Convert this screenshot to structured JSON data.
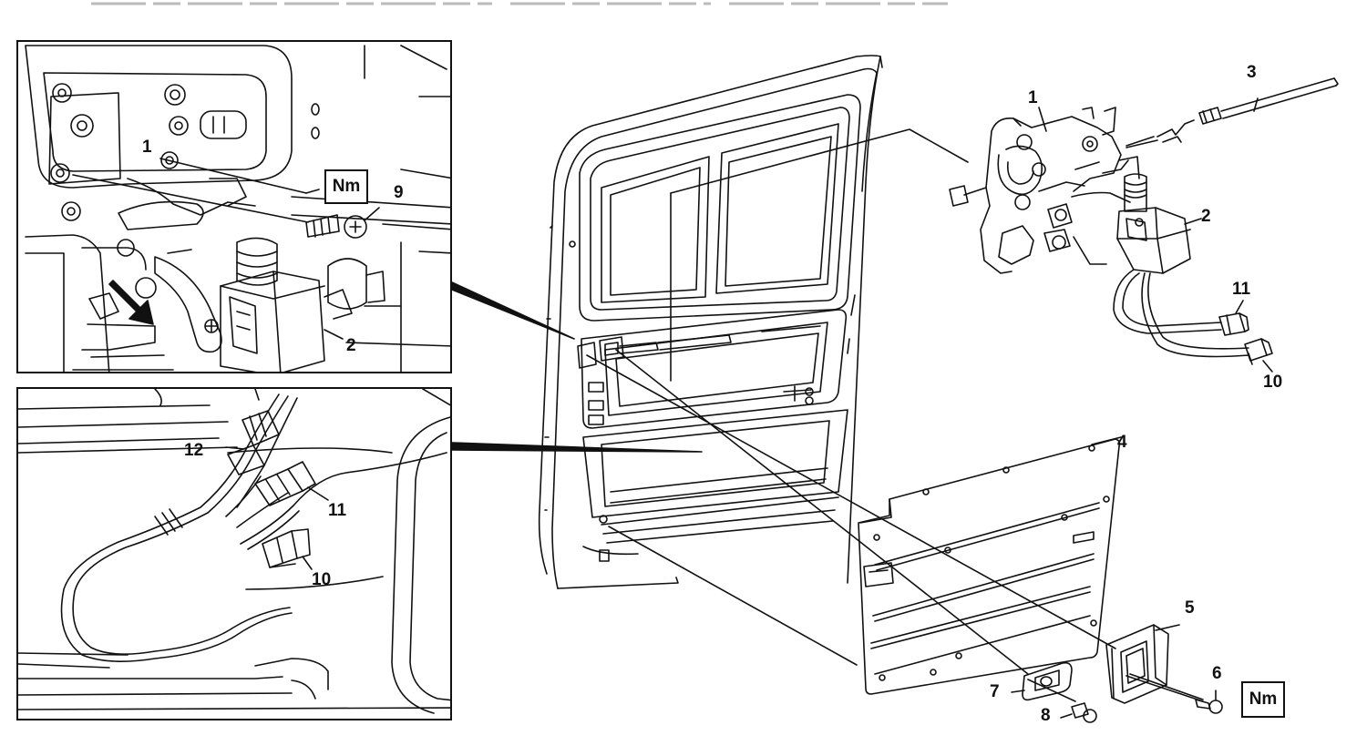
{
  "insets": {
    "top": {
      "labels": {
        "part_1": "1",
        "part_9": "9",
        "part_2": "2"
      },
      "torque_symbol": "Nm"
    },
    "bottom": {
      "labels": {
        "part_12": "12",
        "part_11": "11",
        "part_10": "10"
      }
    }
  },
  "main": {
    "labels": {
      "part_1": "1",
      "part_2": "2",
      "part_3": "3",
      "part_4": "4",
      "part_5": "5",
      "part_6": "6",
      "part_7": "7",
      "part_8": "8",
      "part_10": "10",
      "part_11": "11"
    },
    "torque_symbol": "Nm"
  },
  "colors": {
    "line": "#111111",
    "background": "#ffffff",
    "light_line": "#555555"
  }
}
